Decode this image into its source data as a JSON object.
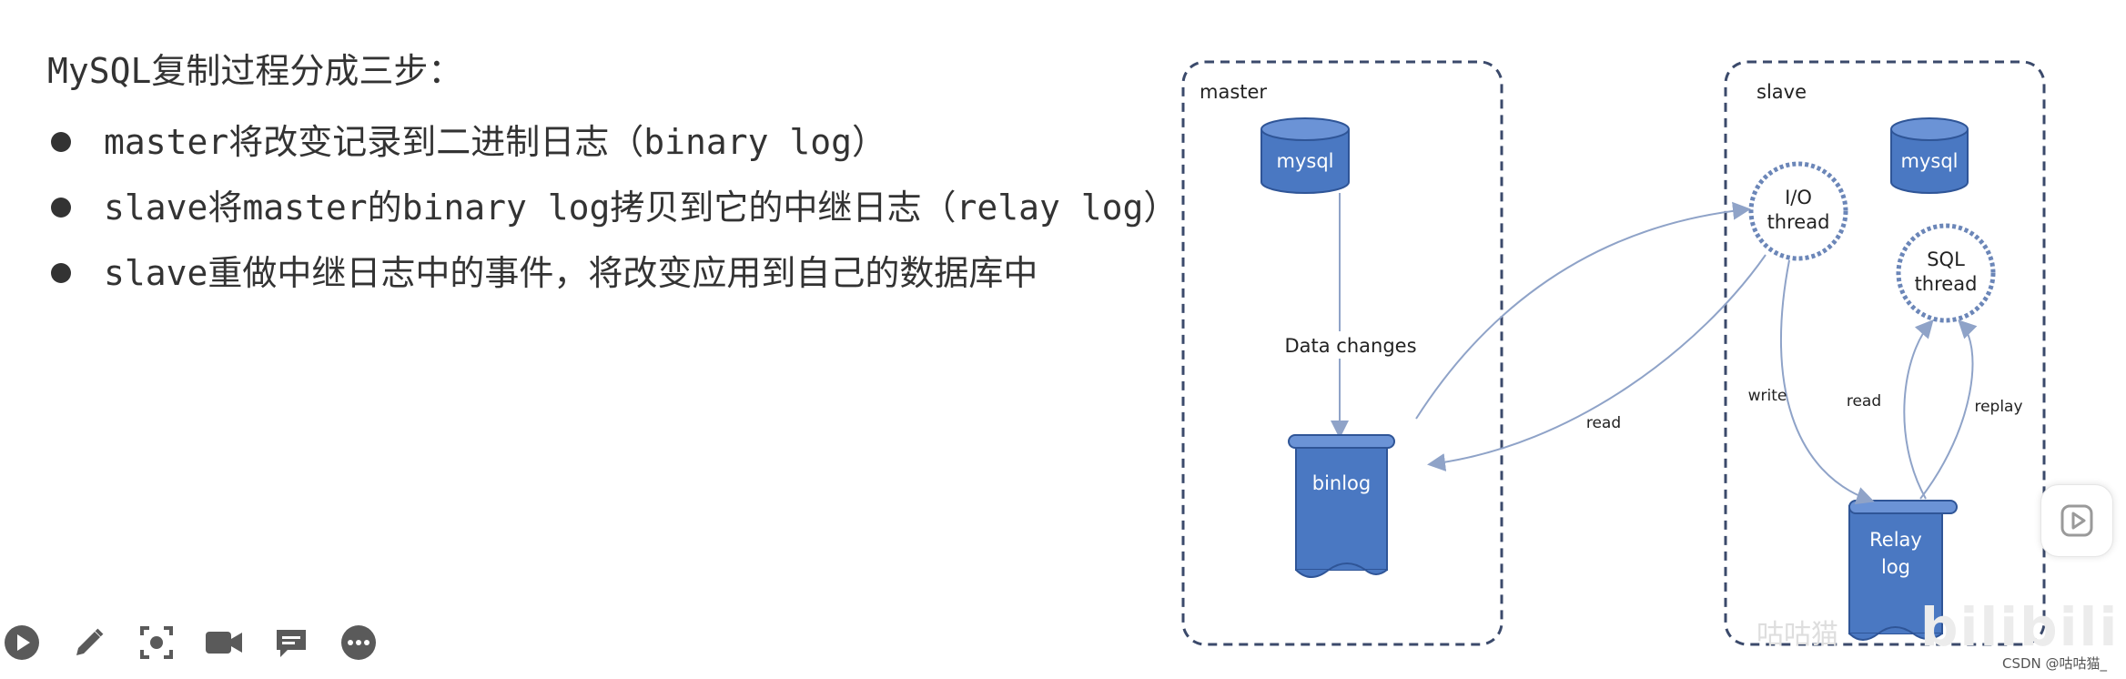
{
  "slide": {
    "heading": "MySQL复制过程分成三步：",
    "bullets": [
      "master将改变记录到二进制日志（binary log）",
      "slave将master的binary log拷贝到它的中继日志（relay log）",
      "slave重做中继日志中的事件，将改变应用到自己的数据库中"
    ]
  },
  "diagram": {
    "master_label": "master",
    "slave_label": "slave",
    "master_db": "mysql",
    "slave_db": "mysql",
    "data_changes": "Data changes",
    "binlog": "binlog",
    "io_thread_line1": "I/O",
    "io_thread_line2": "thread",
    "sql_thread_line1": "SQL",
    "sql_thread_line2": "thread",
    "relay_line1": "Relay",
    "relay_line2": "log",
    "read_left": "read",
    "write": "write",
    "read_right": "read",
    "replay": "replay",
    "colors": {
      "shape_fill": "#4a78c2",
      "shape_stroke": "#2f5597",
      "frame": "#3b4a6b",
      "arrow": "#8fa3c8"
    }
  },
  "toolbar": {
    "icons": [
      "play-icon",
      "pencil-icon",
      "screenshot-icon",
      "camera-icon",
      "comment-icon",
      "more-icon"
    ]
  },
  "overlay": {
    "watermark": "bilibili",
    "faint_text": "咕咕猫",
    "credit": "CSDN @咕咕猫_"
  }
}
